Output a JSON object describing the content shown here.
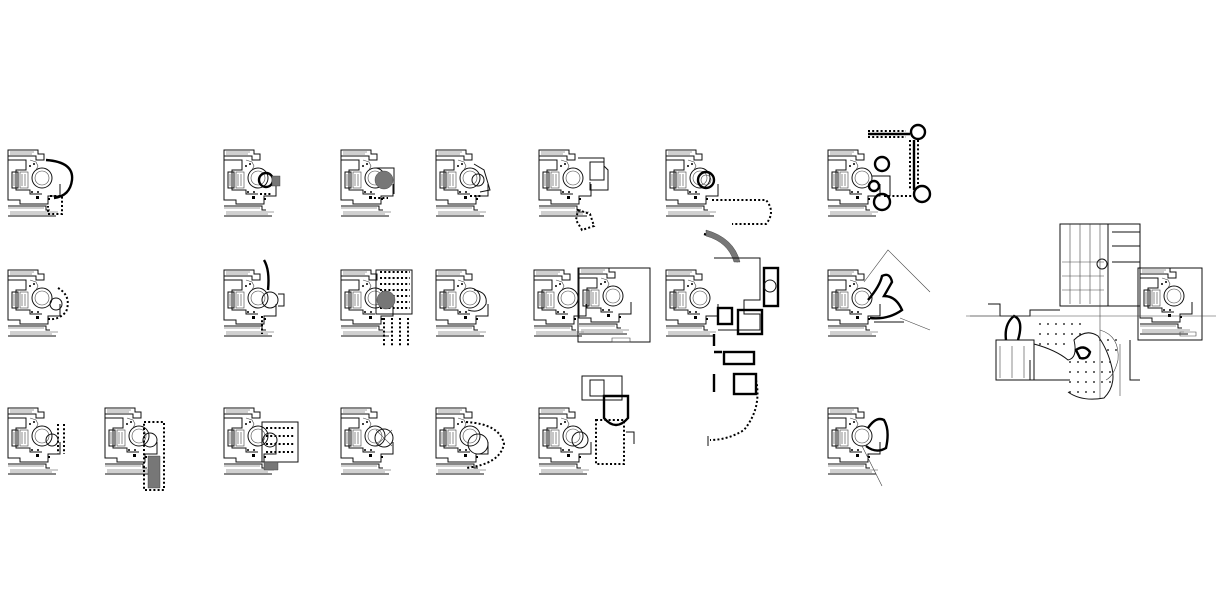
{
  "sheet": {
    "background": "#ffffff",
    "ink": "#000000",
    "grid_rows": 3,
    "variants_per_row": [
      7,
      7,
      7
    ],
    "tiny_labels": [
      "",
      ""
    ]
  }
}
